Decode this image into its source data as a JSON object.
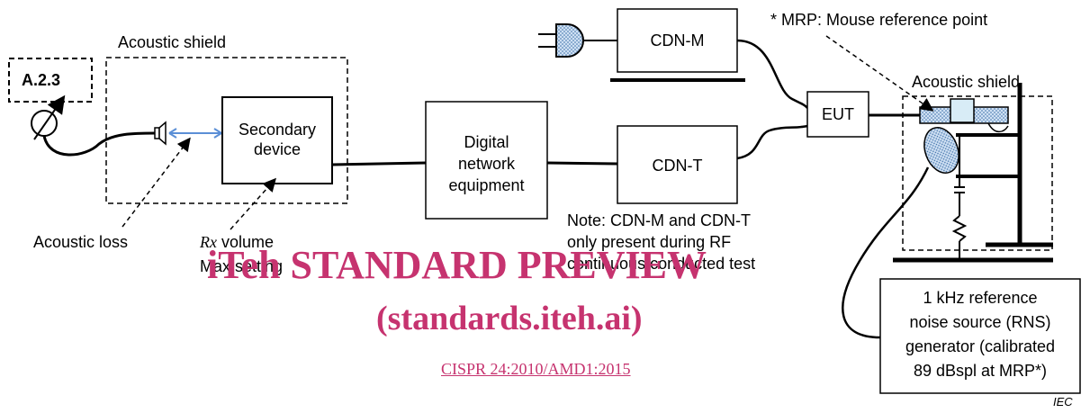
{
  "labels": {
    "a23": "A.2.3",
    "acoustic_shield_left": "Acoustic shield",
    "acoustic_shield_right": "Acoustic shield",
    "secondary_device_line1": "Secondary",
    "secondary_device_line2": "device",
    "digital_network_line1": "Digital",
    "digital_network_line2": "network",
    "digital_network_line3": "equipment",
    "cdn_m": "CDN-M",
    "cdn_t": "CDN-T",
    "eut": "EUT",
    "mrp_note": "* MRP: Mouse reference point",
    "acoustic_loss": "Acoustic loss",
    "rx_volume_rx": "Rx",
    "rx_volume_rest": " volume",
    "max_setting": "Max setting",
    "note_line1": "Note: CDN-M and CDN-T",
    "note_line2": "only present during RF",
    "note_line3": "continuous conducted test",
    "rns_line1": "1 kHz reference",
    "rns_line2": "noise source (RNS)",
    "rns_line3": "generator (calibrated",
    "rns_line4": "89 dBspl at MRP*)",
    "iec": "IEC"
  },
  "watermark": {
    "line1": "iTeh STANDARD PREVIEW",
    "line2": "(standards.iteh.ai)",
    "color": "#c6336f"
  },
  "link": {
    "text": "CISPR 24:2010/AMD1:2015"
  },
  "colors": {
    "arrow_blue": "#5b8fd6",
    "fill_dotted": "#b9cde8"
  }
}
